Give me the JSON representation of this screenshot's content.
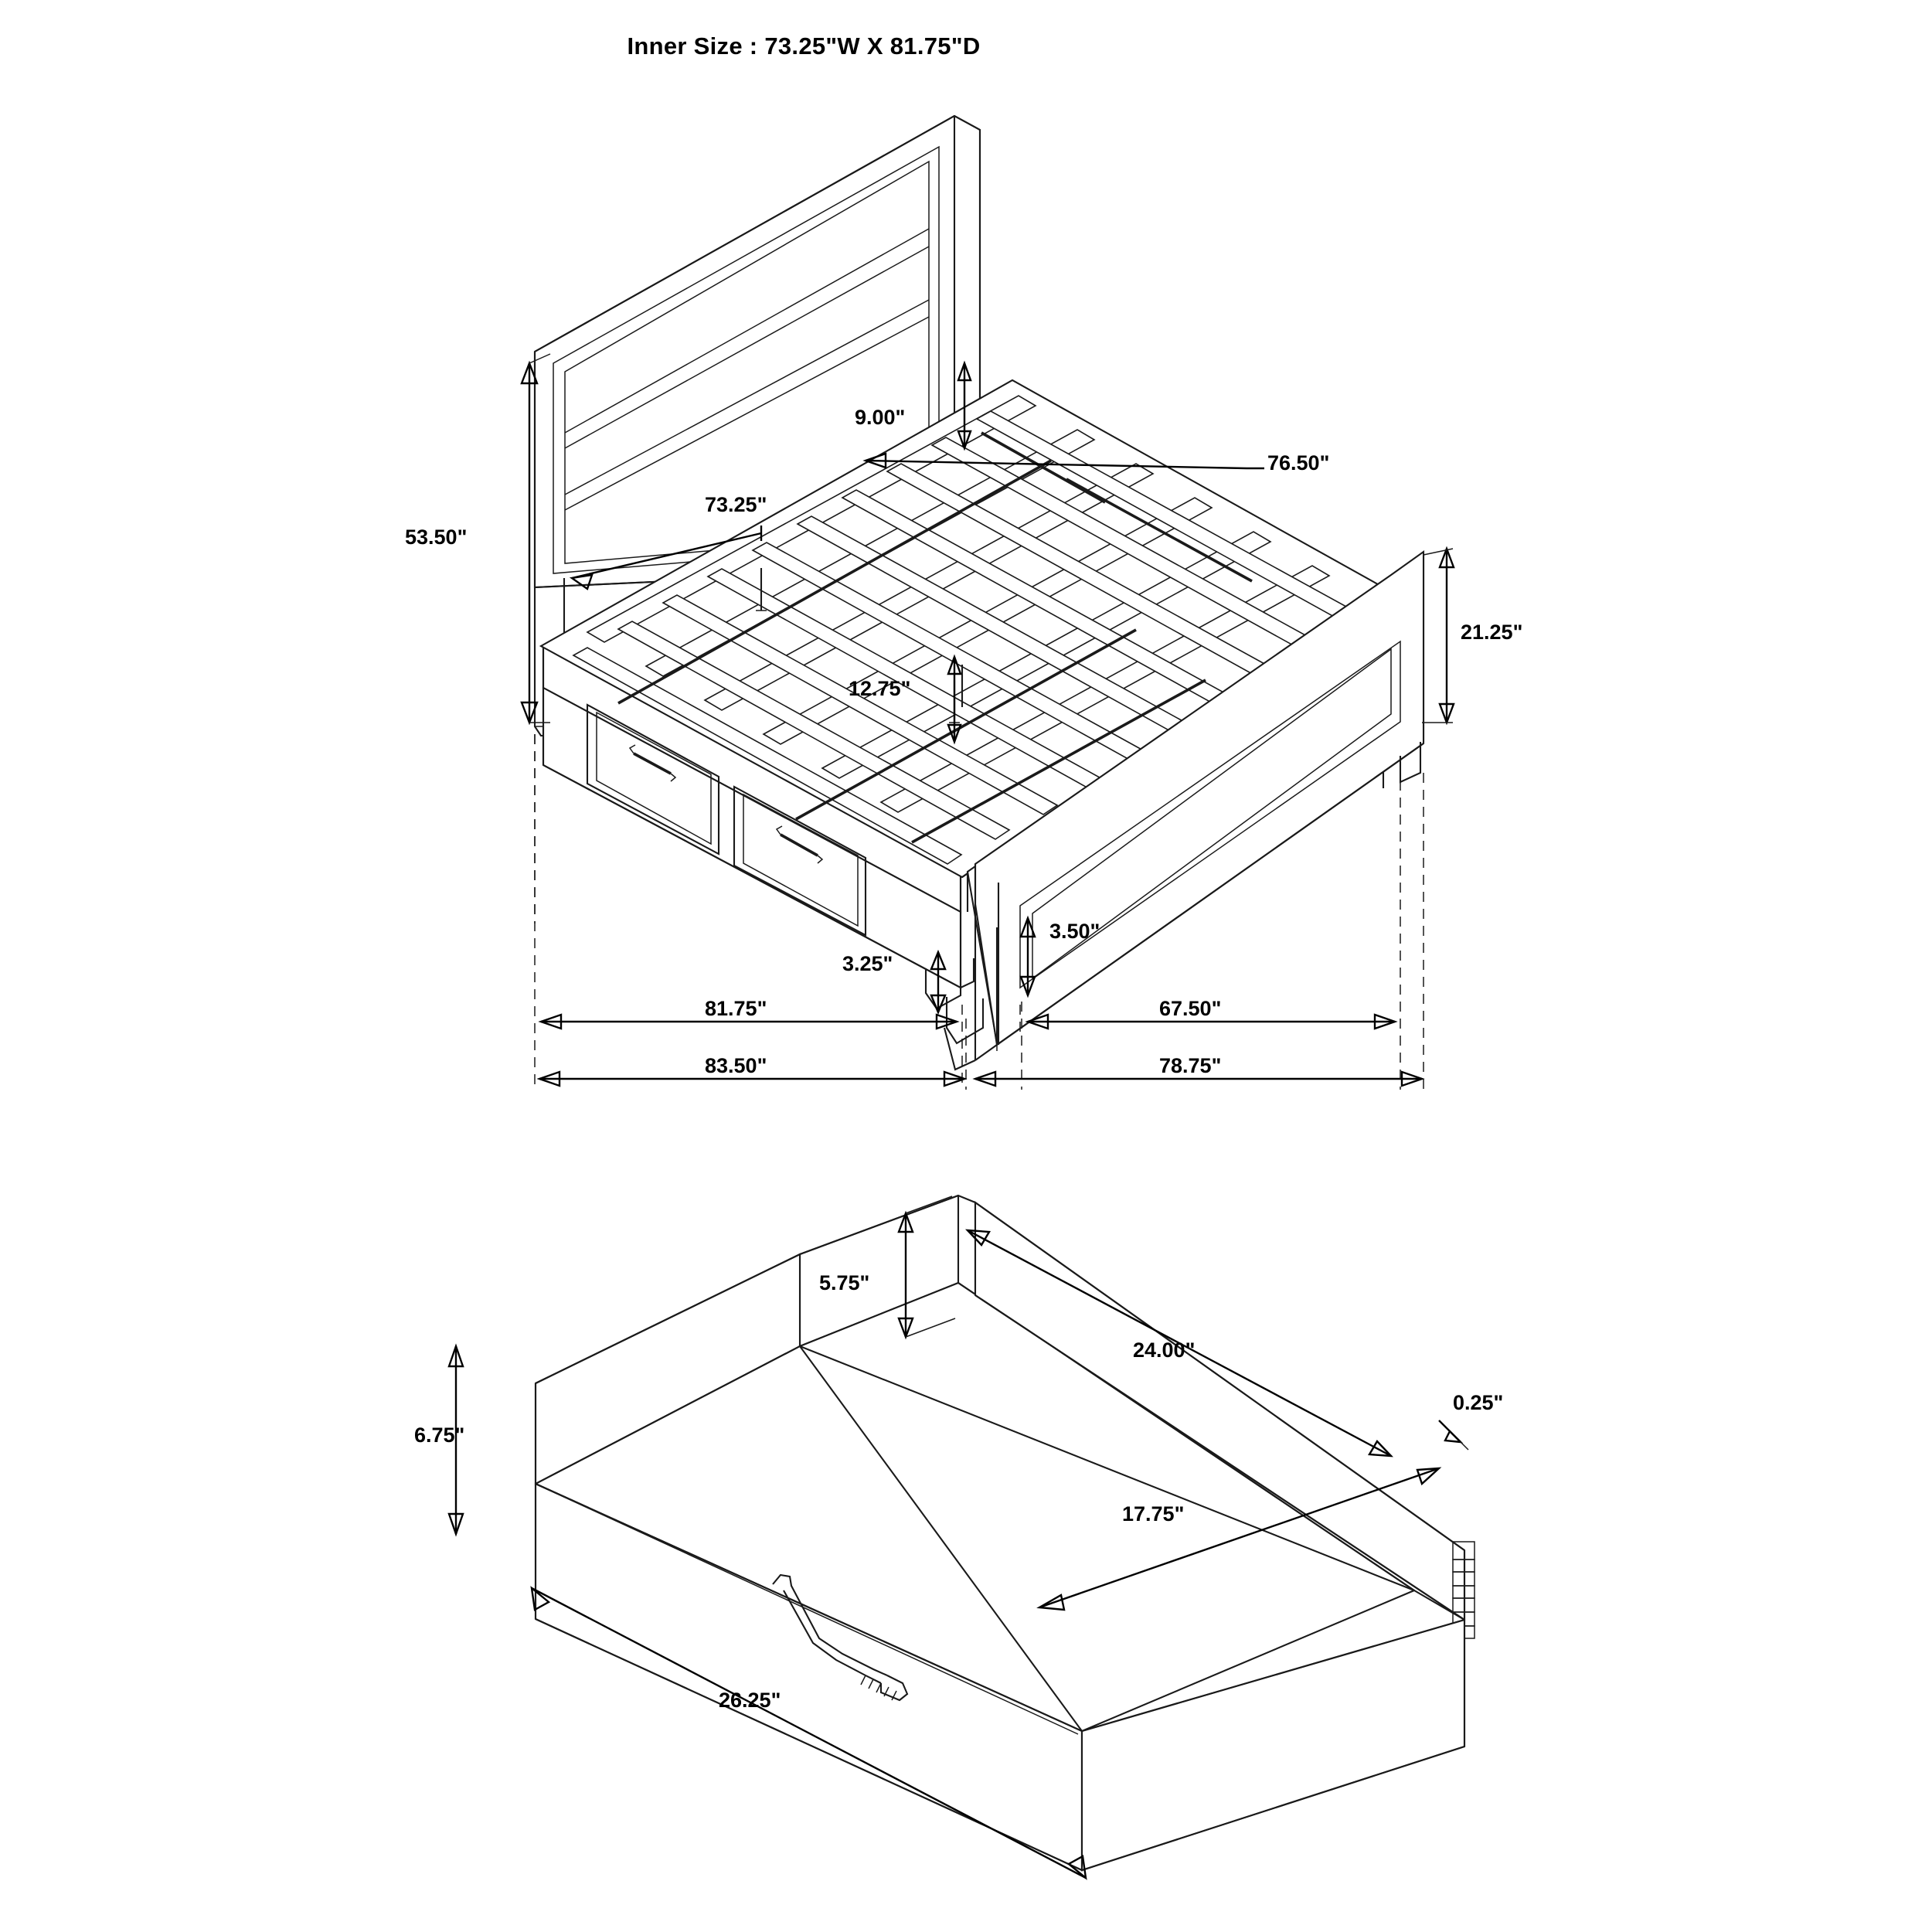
{
  "title": "Inner Size : 73.25\"W X 81.75\"D",
  "diagram": {
    "name": "storage-bed-dimension-drawing",
    "views": [
      {
        "id": "bed-assembly",
        "label": "bed-with-storage-drawers"
      },
      {
        "id": "drawer-detail",
        "label": "storage-drawer"
      }
    ]
  },
  "dimensions": {
    "bed": [
      {
        "name": "headboard-height",
        "value": "53.50\""
      },
      {
        "name": "headboard-panel-gap",
        "value": "9.00\""
      },
      {
        "name": "inner-width",
        "value": "73.25\""
      },
      {
        "name": "slat-span-length",
        "value": "76.50\""
      },
      {
        "name": "deck-height",
        "value": "12.75\""
      },
      {
        "name": "footboard-height",
        "value": "21.25\""
      },
      {
        "name": "footboard-leg-clearance",
        "value": "3.50\""
      },
      {
        "name": "side-rail-clearance",
        "value": "3.25\""
      },
      {
        "name": "inner-depth",
        "value": "81.75\""
      },
      {
        "name": "overall-length",
        "value": "83.50\""
      },
      {
        "name": "footboard-inner-width",
        "value": "67.50\""
      },
      {
        "name": "overall-width",
        "value": "78.75\""
      }
    ],
    "drawer": [
      {
        "name": "drawer-side-height",
        "value": "5.75\""
      },
      {
        "name": "drawer-inner-width",
        "value": "24.00\""
      },
      {
        "name": "drawer-panel-thickness",
        "value": "0.25\""
      },
      {
        "name": "drawer-inner-depth",
        "value": "17.75\""
      },
      {
        "name": "drawer-front-height",
        "value": "6.75\""
      },
      {
        "name": "drawer-front-width",
        "value": "26.25\""
      }
    ]
  },
  "colors": {
    "line": "#1a1a1a",
    "background": "#ffffff",
    "text": "#000000"
  }
}
